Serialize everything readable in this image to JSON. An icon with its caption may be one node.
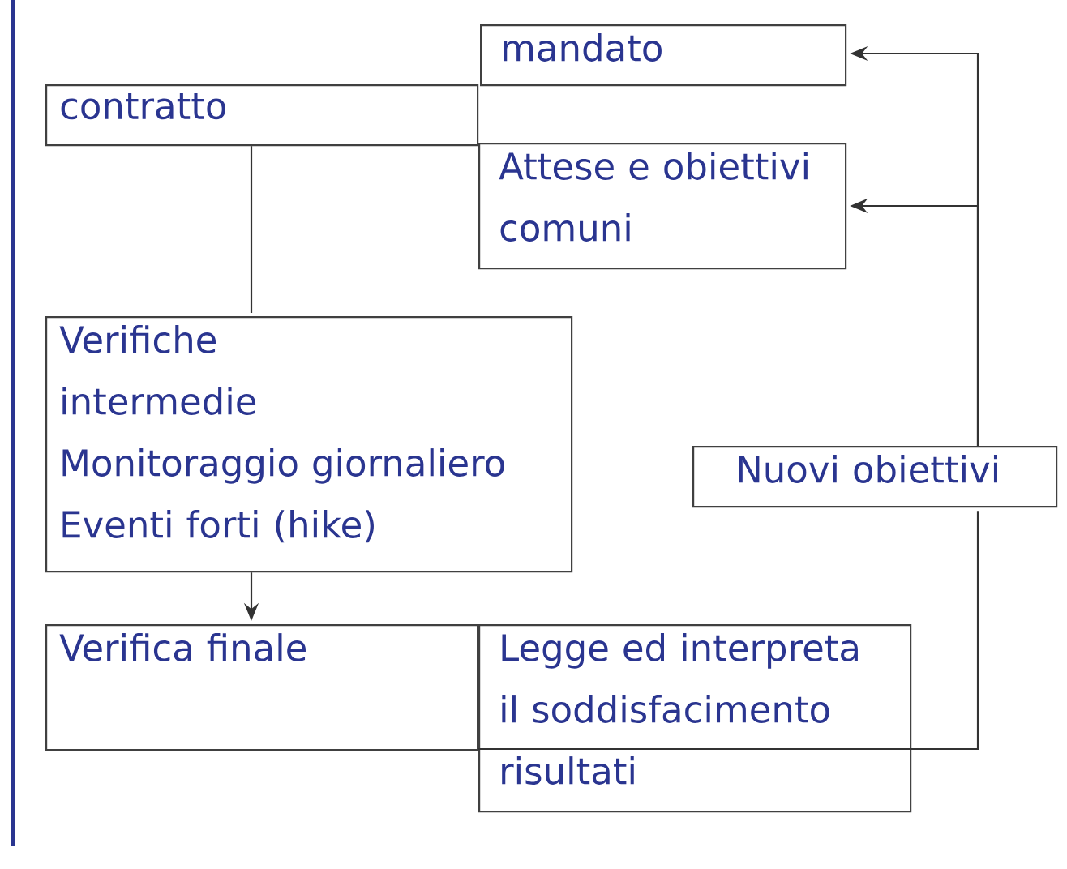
{
  "diagram": {
    "nodes": [
      {
        "text": [
          "mandato"
        ]
      },
      {
        "text": [
          "contratto"
        ]
      },
      {
        "text": [
          "Attese e obiettivi comuni"
        ]
      },
      {
        "text": [
          "Verifiche",
          "intermedie",
          "Monitoraggio giornaliero",
          "Eventi forti (hike)"
        ]
      },
      {
        "text": [
          "Verifica finale"
        ]
      },
      {
        "text": [
          "Legge ed interpreta il soddisfacimento risultati"
        ]
      },
      {
        "text": [
          "Nuovi obiettivi"
        ]
      }
    ],
    "edges": [
      {
        "from": 1,
        "to": 3,
        "arrow": "none"
      },
      {
        "from": 3,
        "to": 4,
        "arrow": "to"
      },
      {
        "from": 5,
        "to": 6,
        "arrow": "none"
      },
      {
        "from": 6,
        "to": 0,
        "arrow": "to"
      },
      {
        "from": 6,
        "to": 2,
        "arrow": "to"
      }
    ]
  }
}
